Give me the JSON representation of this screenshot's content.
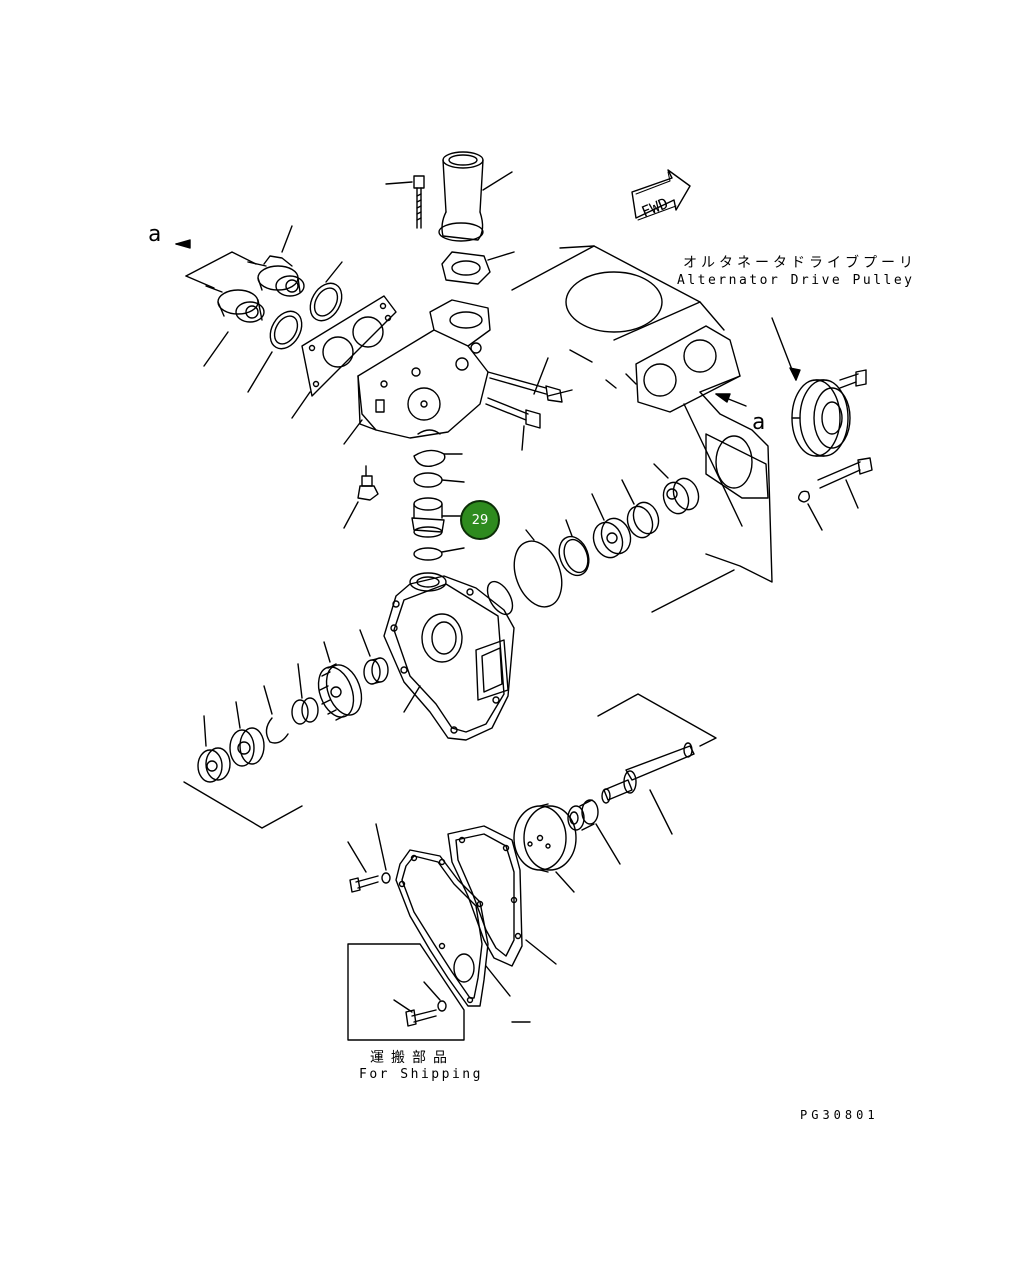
{
  "labels": {
    "section_arrow_left": "a",
    "section_arrow_right": "a",
    "fwd_mark": "FWD",
    "alternator_jp": "オルタネータドライブプーリ",
    "alternator_en": "Alternator Drive Pulley",
    "shipping_jp": "運搬部品",
    "shipping_en": "For Shipping",
    "drawing_code": "PG30801"
  },
  "callouts": [
    {
      "number": "29",
      "color": "#2e8b1e"
    }
  ]
}
